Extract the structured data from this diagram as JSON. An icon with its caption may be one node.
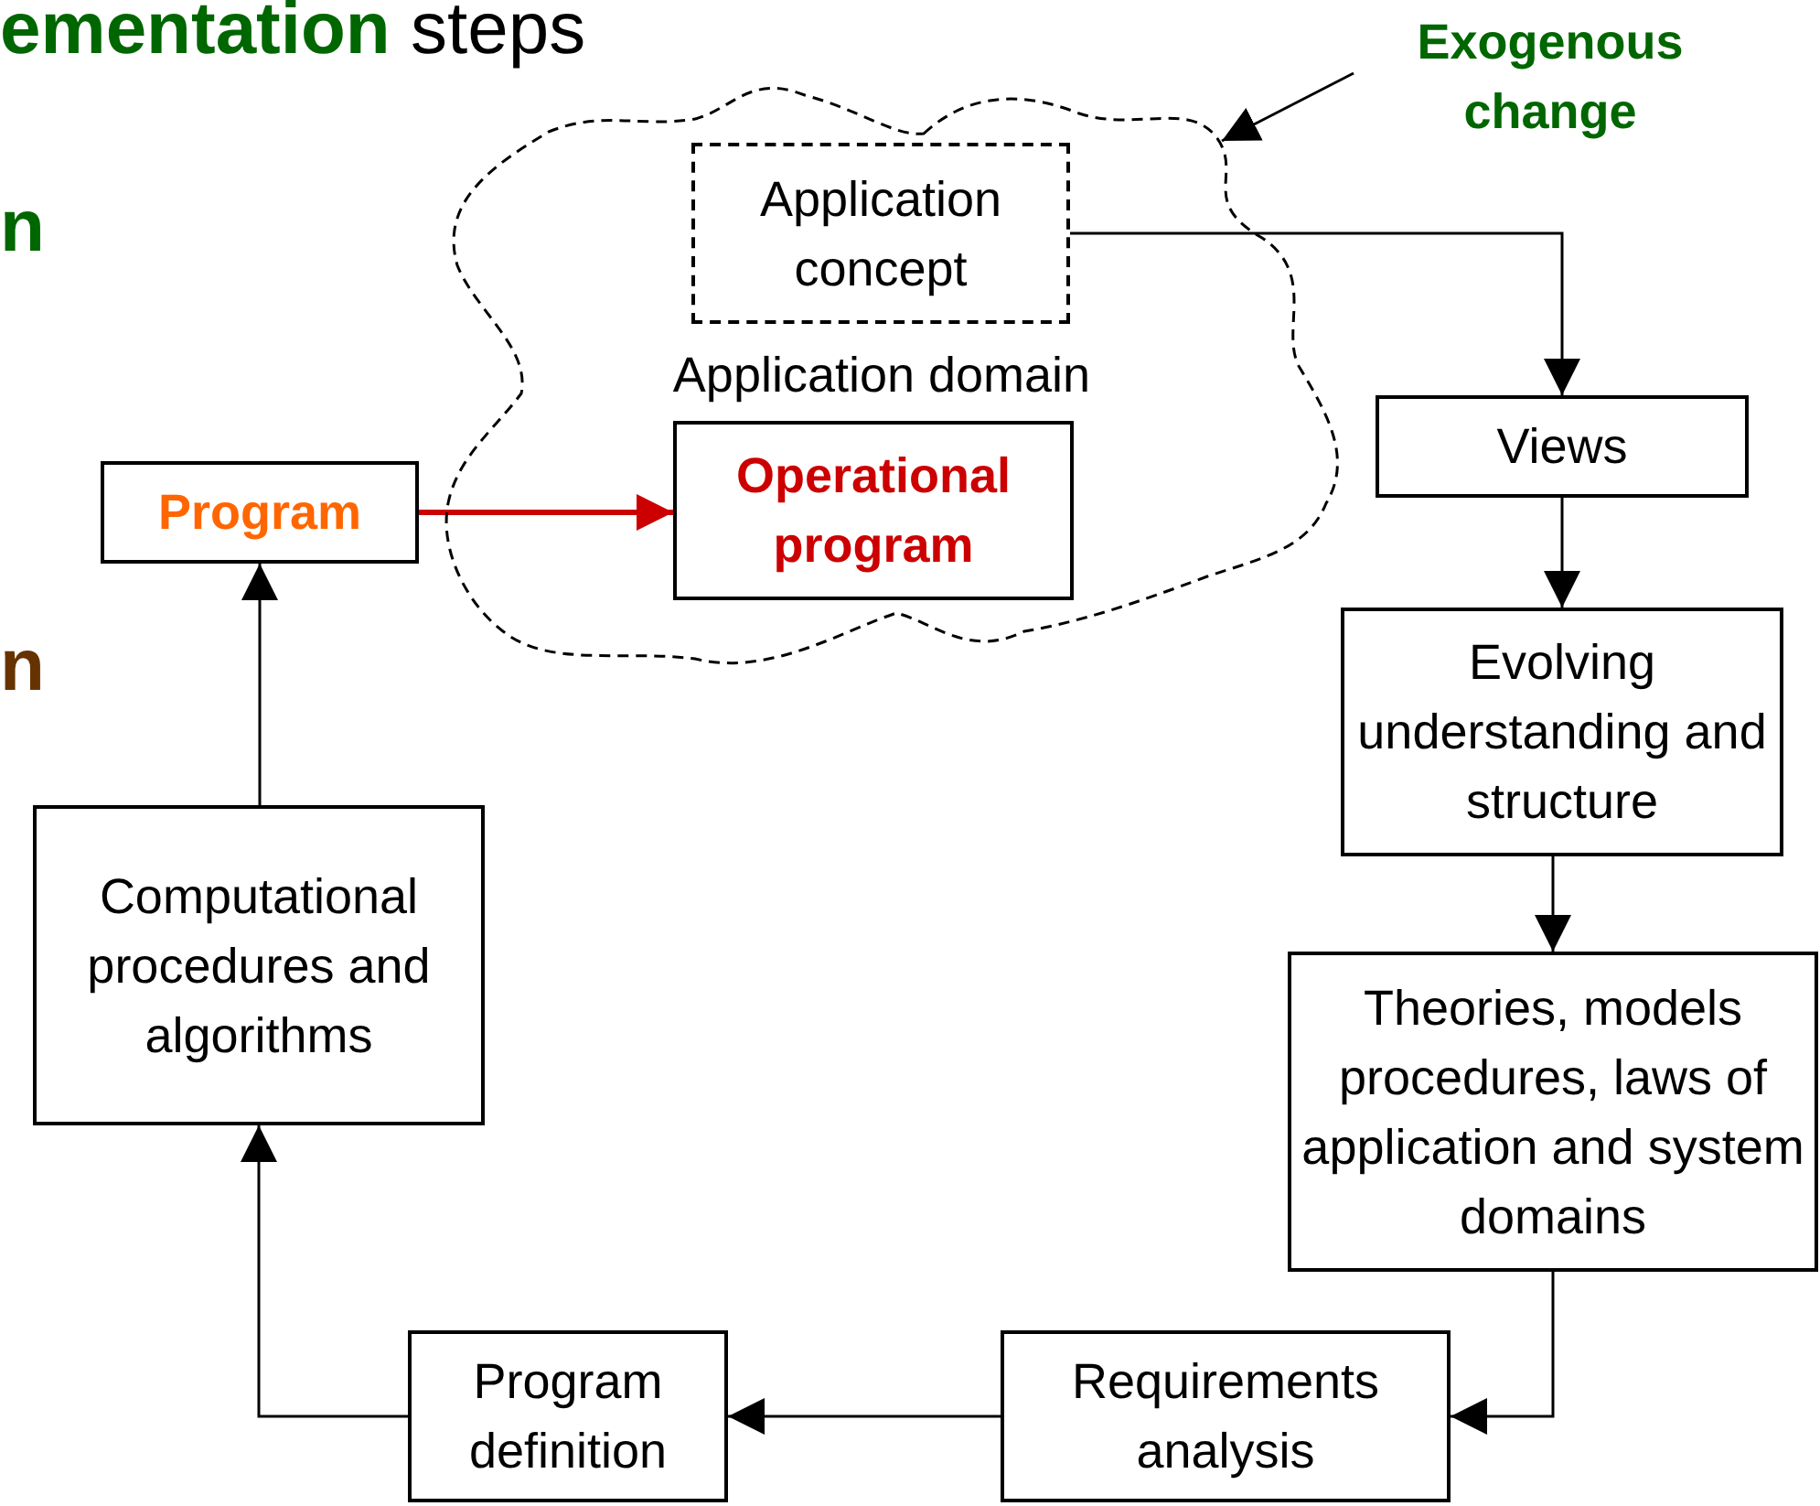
{
  "diagram": {
    "nodes": [
      {
        "text": [
          "Application domain"
        ]
      },
      {
        "text": [
          "Application concept"
        ],
        "in": 0
      },
      {
        "text": [
          "Operational program"
        ],
        "in": 0
      },
      {
        "text": [
          "Views"
        ]
      },
      {
        "text": [
          "Evolving understanding and structure"
        ]
      },
      {
        "text": [
          "Theories, models procedures, laws of application and system domains"
        ]
      },
      {
        "text": [
          "Requirements analysis"
        ]
      },
      {
        "text": [
          "Program definition"
        ]
      },
      {
        "text": [
          "Computational procedures and algorithms"
        ]
      },
      {
        "text": [
          "Program"
        ]
      },
      {
        "text": [
          "Exogenous change"
        ]
      }
    ],
    "edges": [
      {
        "from": 1,
        "to": 3,
        "arrow": "to"
      },
      {
        "from": 3,
        "to": 4,
        "arrow": "to"
      },
      {
        "from": 4,
        "to": 5,
        "arrow": "to"
      },
      {
        "from": 5,
        "to": 6,
        "arrow": "to"
      },
      {
        "from": 6,
        "to": 7,
        "arrow": "to"
      },
      {
        "from": 7,
        "to": 8,
        "arrow": "to"
      },
      {
        "from": 8,
        "to": 9,
        "arrow": "to"
      },
      {
        "from": 9,
        "to": 2,
        "arrow": "to",
        "style": "thick",
        "color": "#cc0000"
      },
      {
        "from": 10,
        "to": 0,
        "arrow": "to"
      }
    ],
    "labels": [
      "**ementation** steps",
      "n",
      "n"
    ]
  }
}
